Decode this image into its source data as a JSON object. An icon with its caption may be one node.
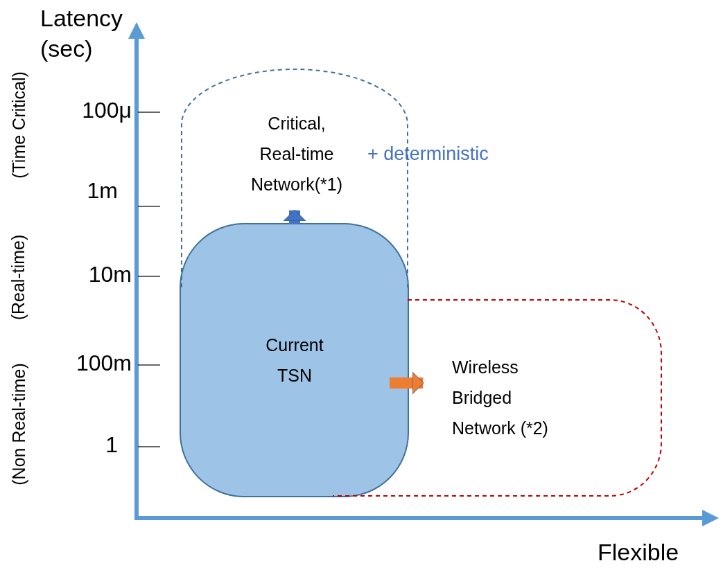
{
  "diagram": {
    "nodes": [
      {
        "text": [
          "Critical, Real-time Network(*1)",
          "+ deterministic"
        ]
      },
      {
        "text": [
          "Current TSN"
        ]
      },
      {
        "text": [
          "Wireless Bridged Network (*2)"
        ]
      }
    ],
    "edges": [
      {
        "from": 1,
        "to": 0,
        "arrow": "to",
        "color": "#4472c4"
      },
      {
        "from": 1,
        "to": 2,
        "arrow": "to",
        "color": "#ed7d31"
      }
    ],
    "labels": [
      "Latency (sec)",
      "100μ",
      "1m",
      "10m",
      "100m",
      "1",
      "(Time Critical)",
      "(Real-time)",
      "(Non Real-time)",
      "Flexible"
    ]
  }
}
